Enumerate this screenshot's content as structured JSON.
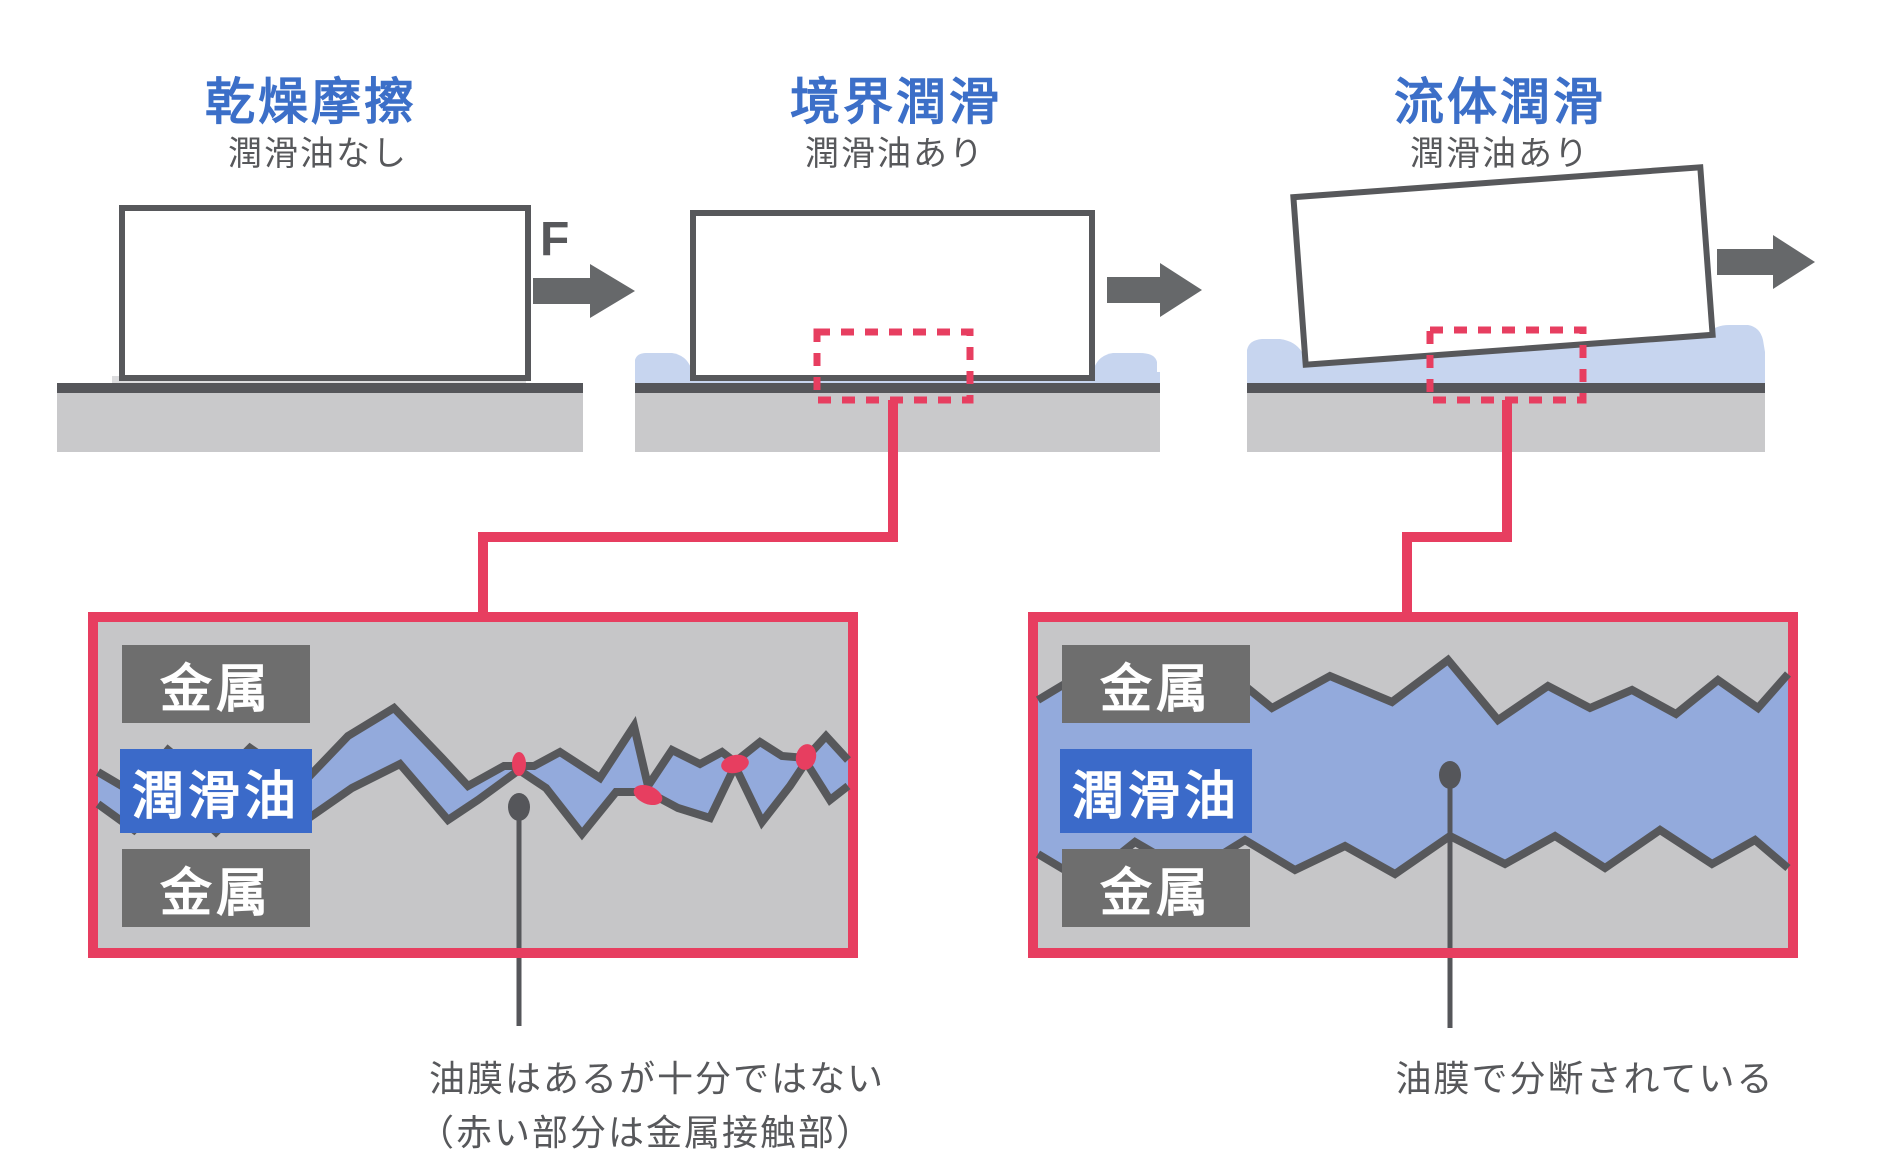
{
  "figure": {
    "stages": [
      {
        "title": "乾燥摩擦",
        "subtitle": "潤滑油なし",
        "force_label": "F"
      },
      {
        "title": "境界潤滑",
        "subtitle": "潤滑油あり"
      },
      {
        "title": "流体潤滑",
        "subtitle": "潤滑油あり"
      }
    ],
    "details": {
      "left": {
        "metal_top": "金属",
        "oil": "潤滑油",
        "metal_bottom": "金属",
        "caption_line1": "油膜はあるが十分ではない",
        "caption_line2": "（赤い部分は金属接触部）"
      },
      "right": {
        "metal_top": "金属",
        "oil": "潤滑油",
        "metal_bottom": "金属",
        "caption": "油膜で分断されている"
      }
    },
    "colors": {
      "title_blue": "#3c6fc8",
      "accent_red": "#e73e60",
      "oil_light_blue": "#c7d5ef",
      "oil_medium_blue": "#93aadc",
      "oil_label_blue": "#3b6ac9",
      "metal_label_gray": "#6e6e6e",
      "ground_gray": "#c9c9cb",
      "line_dark_gray": "#57585b"
    }
  }
}
